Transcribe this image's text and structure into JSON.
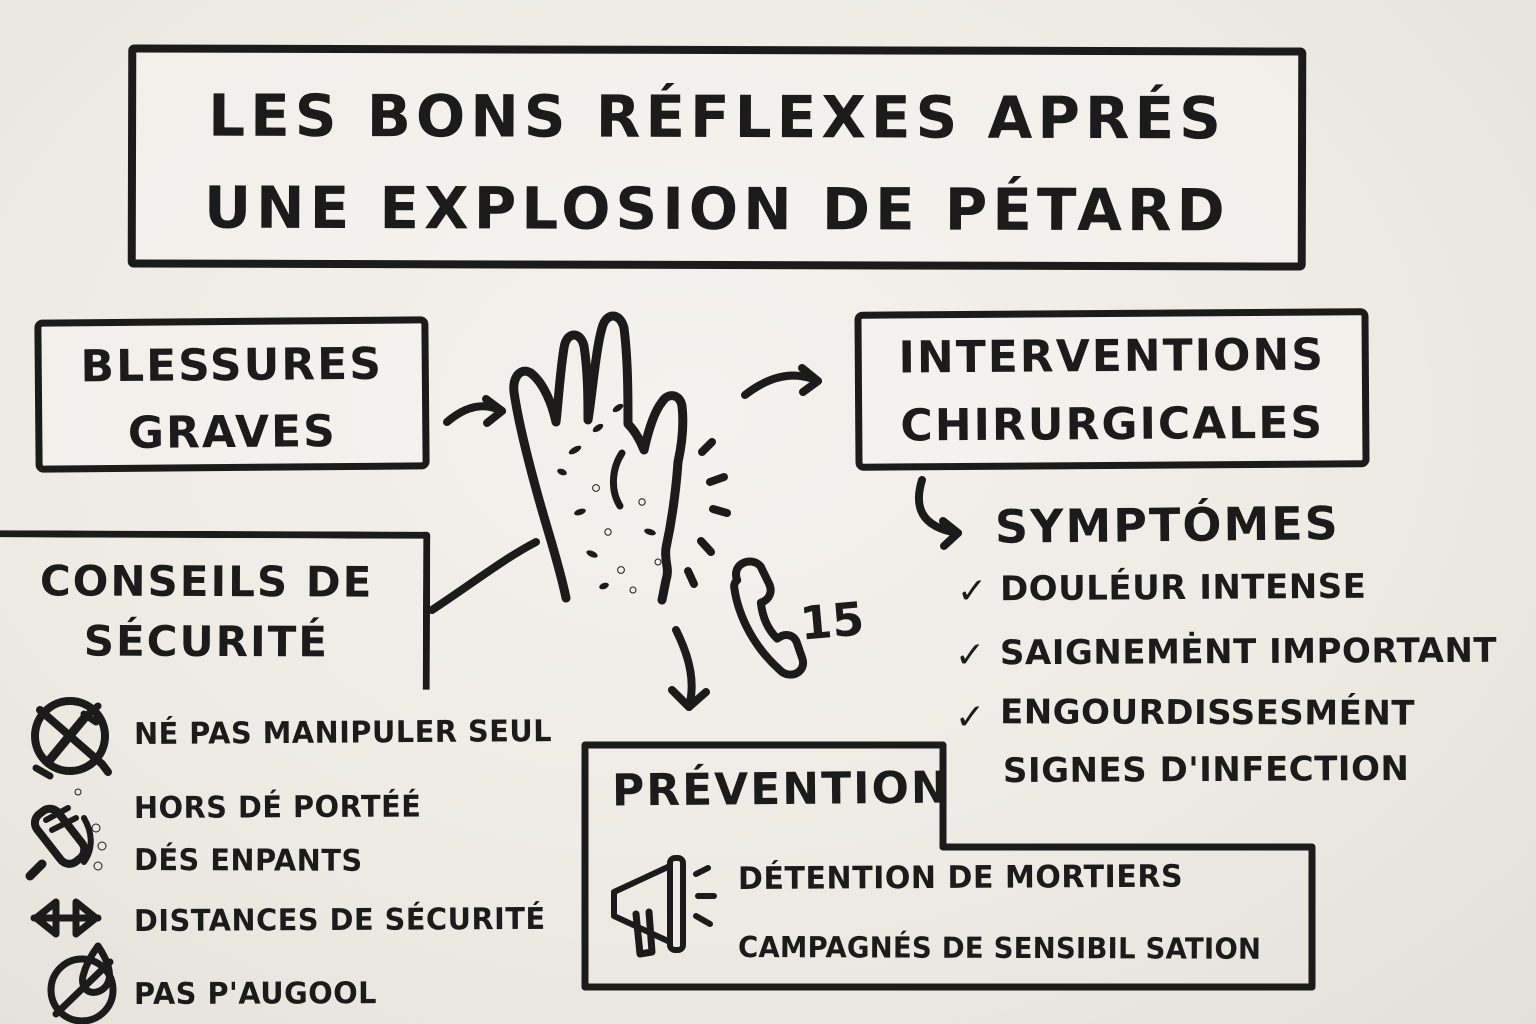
{
  "colors": {
    "paper": "#efece6",
    "ink": "#1b1b1b"
  },
  "title": {
    "line1": "LES BONS RÉFLEXES APRÉS",
    "line2": "UNE EXPLOSION DE PÉTARD"
  },
  "blessures": {
    "line1": "BLESSURES",
    "line2": "GRAVES"
  },
  "interventions": {
    "line1": "INTERVENTIONS",
    "line2": "CHIRURGICALES"
  },
  "symptomes": {
    "heading": "SYMPTÓMES",
    "check": "✓",
    "items": [
      "DOULÉUR INTENSE",
      "SAIGNEMĖNT IMPORTANT",
      "ENGOURDISSESMÉNT",
      "SIGNES D'INFECTION"
    ]
  },
  "conseils": {
    "line1": "CONSEILS DE",
    "line2": "SÉCURITÉ",
    "items": [
      {
        "icon": "no-solo-handling-icon",
        "line1": "NÉ PAS MANIPULER SEUL",
        "line2": ""
      },
      {
        "icon": "firecracker-icon",
        "line1": "HORS DÉ PORTÉÉ",
        "line2": "DÉS ENPANTS"
      },
      {
        "icon": "safety-distance-icon",
        "line1": "DISTANCES DE SÉCURITÉ",
        "line2": ""
      },
      {
        "icon": "no-alcohol-icon",
        "line1": "PAS P'AUGOOL",
        "line2": ""
      }
    ]
  },
  "emergency": {
    "number": "15"
  },
  "prevention": {
    "heading": "PRÉVENTION",
    "items": [
      "DÉTENTION DE MORTIERS",
      "CAMPAGNÉS DE SENSIBIL SATION"
    ]
  }
}
